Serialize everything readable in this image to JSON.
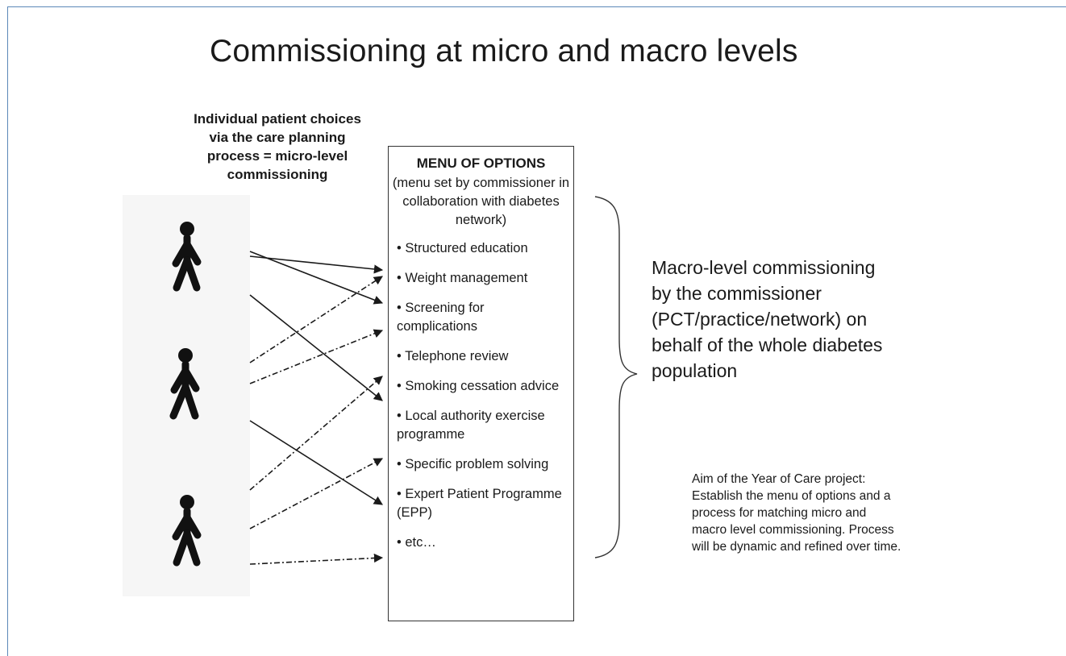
{
  "title": "Commissioning at micro and macro levels",
  "micro_label": "Individual patient choices via the care planning process = micro-level commissioning",
  "menu": {
    "heading": "MENU OF OPTIONS",
    "subheading": "(menu set by commissioner in collaboration with diabetes network)",
    "items": [
      "• Structured education",
      "• Weight management",
      "• Screening for complications",
      "• Telephone review",
      "• Smoking cessation advice",
      "• Local authority exercise programme",
      "• Specific problem solving",
      "• Expert Patient Programme (EPP)",
      "• etc…"
    ]
  },
  "macro_label": "Macro-level commissioning by the commissioner (PCT/practice/network) on behalf of the whole diabetes population",
  "aim_text": "Aim of the Year of Care project: Establish the menu of options and a process for matching micro and macro level commissioning. Process will be dynamic and refined over time.",
  "icons": [
    "person-icon",
    "person-icon",
    "person-icon",
    "curly-brace-icon"
  ],
  "colors": {
    "frame": "#5b88b8",
    "ink": "#1a1a1a"
  }
}
